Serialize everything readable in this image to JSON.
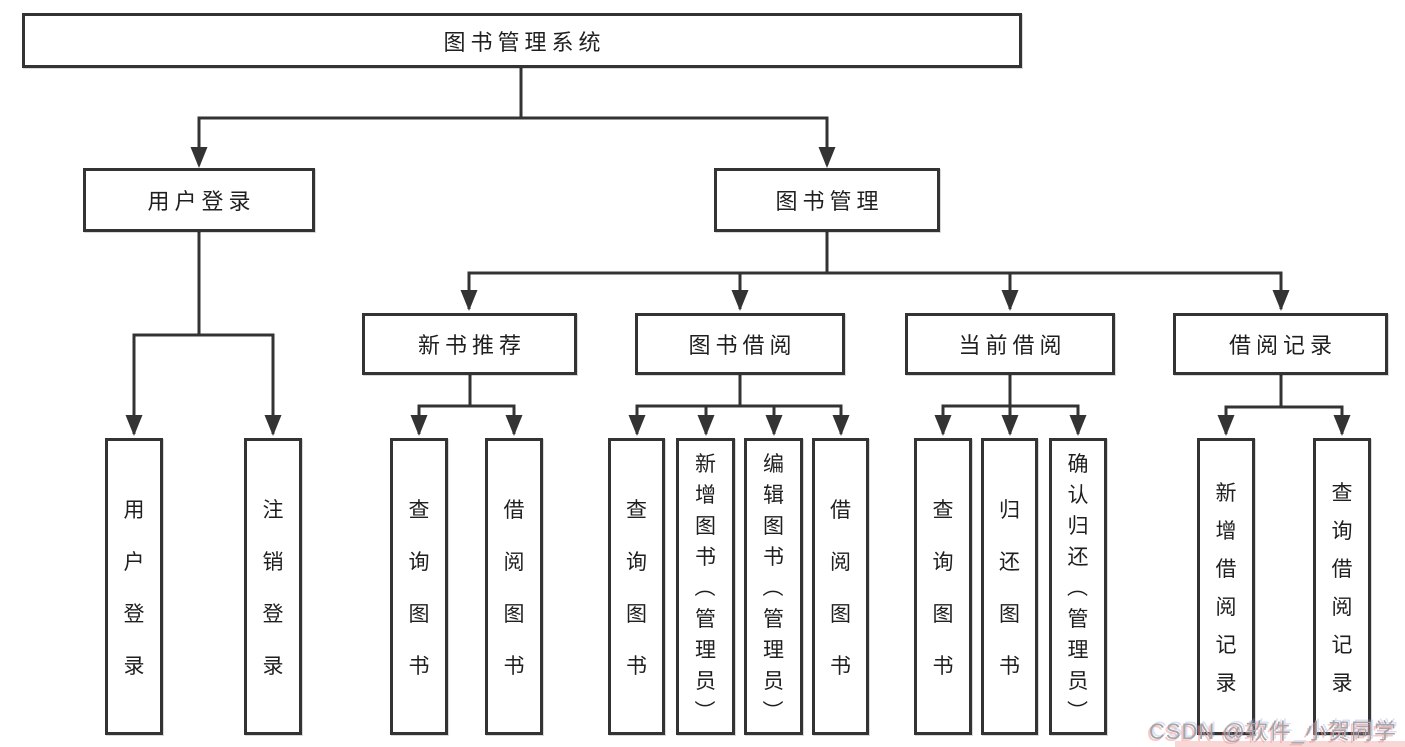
{
  "tree": {
    "root": "图书管理系统",
    "branches": [
      {
        "label": "用户登录",
        "children": [
          "用户登录",
          "注销登录"
        ]
      },
      {
        "label": "图书管理",
        "sections": [
          {
            "label": "新书推荐",
            "children": [
              "查询图书",
              "借阅图书"
            ]
          },
          {
            "label": "图书借阅",
            "children": [
              "查询图书",
              "新增图书（管理员）",
              "编辑图书（管理员）",
              "借阅图书"
            ]
          },
          {
            "label": "当前借阅",
            "children": [
              "查询图书",
              "归还图书",
              "确认归还（管理员）"
            ]
          },
          {
            "label": "借阅记录",
            "children": [
              "新增借阅记录",
              "查询借阅记录"
            ]
          }
        ]
      }
    ]
  },
  "watermark": {
    "text": "CSDN @软件_小贺同学"
  },
  "colors": {
    "line": "#333333",
    "text": "#1f1f1f",
    "watermark_gray": "#a6a6a6",
    "background": "#ffffff"
  }
}
